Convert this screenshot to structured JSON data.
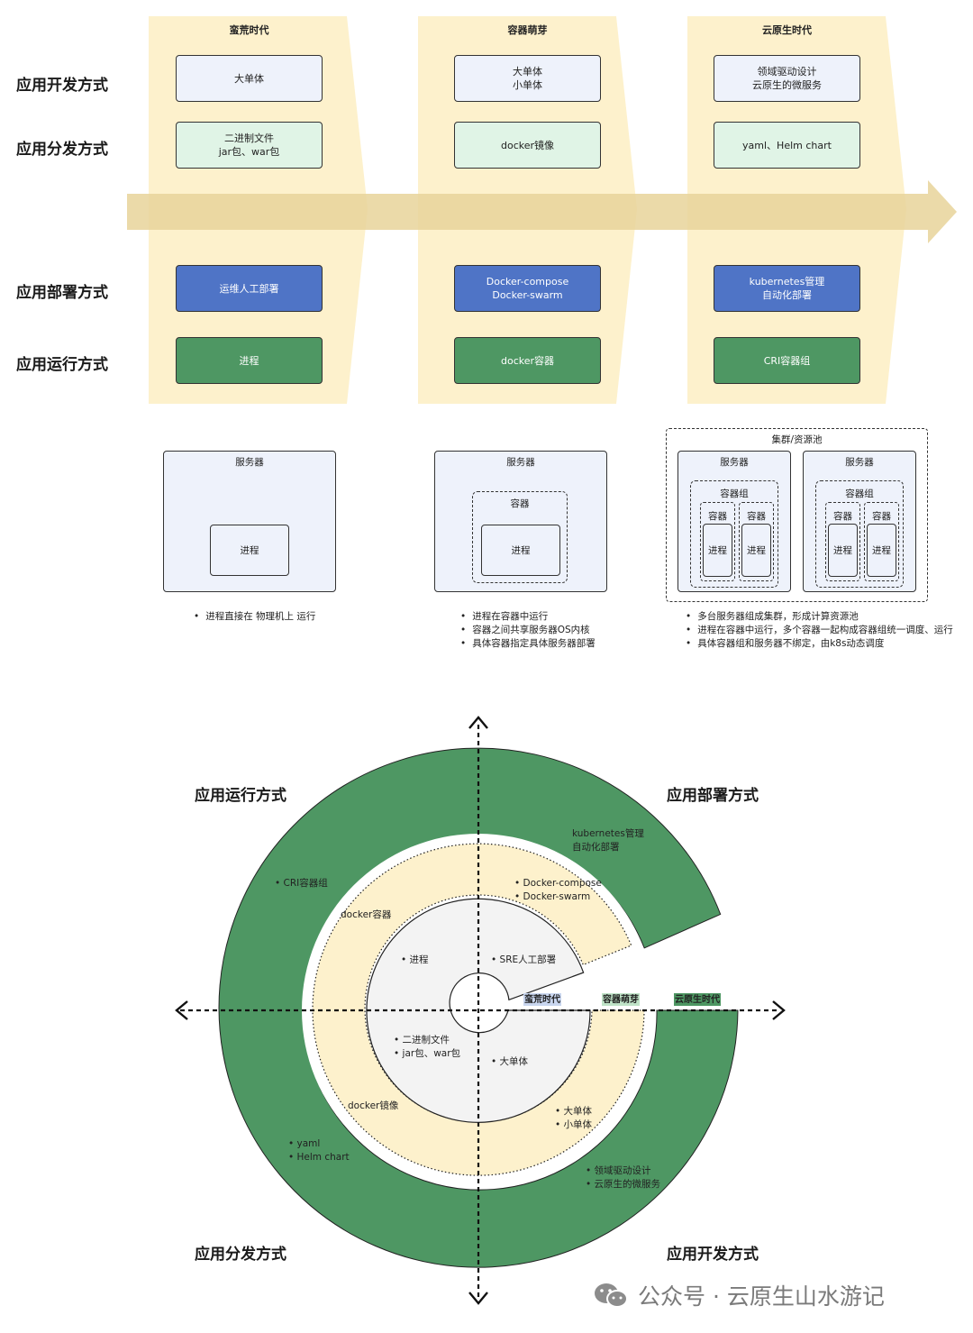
{
  "rows": {
    "dev": "应用开发方式",
    "dist": "应用分发方式",
    "deploy": "应用部署方式",
    "run": "应用运行方式"
  },
  "eras": [
    {
      "title": "蛮荒时代",
      "dev": [
        "大单体"
      ],
      "dist": [
        "二进制文件",
        "jar包、war包"
      ],
      "deploy": [
        "运维人工部署"
      ],
      "run": [
        "进程"
      ]
    },
    {
      "title": "容器萌芽",
      "dev": [
        "大单体",
        "小单体"
      ],
      "dist": [
        "docker镜像"
      ],
      "deploy": [
        "Docker-compose",
        "Docker-swarm"
      ],
      "run": [
        "docker容器"
      ]
    },
    {
      "title": "云原生时代",
      "dev": [
        "领域驱动设计",
        "云原生的微服务"
      ],
      "dist": [
        "yaml、Helm chart"
      ],
      "deploy": [
        "kubernetes管理",
        "自动化部署"
      ],
      "run": [
        "CRI容器组"
      ]
    }
  ],
  "arch": {
    "server": "服务器",
    "process": "进程",
    "container": "容器",
    "pod": "容器组",
    "cluster": "集群/资源池",
    "notes": [
      [
        "进程直接在 物理机上 运行"
      ],
      [
        "进程在容器中运行",
        "容器之间共享服务器OS内核",
        "具体容器指定具体服务器部署"
      ],
      [
        "多台服务器组成集群，形成计算资源池",
        "进程在容器中运行，多个容器一起构成容器组统一调度、运行",
        "具体容器组和服务器不绑定，由k8s动态调度"
      ]
    ]
  },
  "circle": {
    "quadrants": {
      "top_left": "应用运行方式",
      "top_right": "应用部署方式",
      "bottom_left": "应用分发方式",
      "bottom_right": "应用开发方式"
    },
    "era_tags": [
      "蛮荒时代",
      "容器萌芽",
      "云原生时代"
    ],
    "inner": {
      "run": "进程",
      "deploy": "SRE人工部署",
      "dist": [
        "二进制文件",
        "jar包、war包"
      ],
      "dev": "大单体"
    },
    "middle": {
      "run": "docker容器",
      "deploy": [
        "Docker-compose",
        "Docker-swarm"
      ],
      "dist": "docker镜像",
      "dev": [
        "大单体",
        "小单体"
      ]
    },
    "outer": {
      "run": "CRI容器组",
      "deploy": [
        "kubernetes管理",
        "自动化部署"
      ],
      "dist": [
        "yaml",
        "Helm chart"
      ],
      "dev": [
        "领域驱动设计",
        "云原生的微服务"
      ]
    },
    "colors": {
      "inner": "#f3f3f3",
      "middle": "#fdf1cc",
      "outer": "#4e9763",
      "tag1": "#c9d6ef",
      "tag2": "#bfe3c7",
      "tag3": "#4e9763"
    }
  },
  "watermark": "公众号 · 云原生山水游记",
  "colors": {
    "band": "#fdf1cc",
    "arrow": "#e8d49a",
    "dev": "#eef2fb",
    "dist": "#e0f4e6",
    "deploy": "#4f74c6",
    "run": "#4e9763"
  }
}
